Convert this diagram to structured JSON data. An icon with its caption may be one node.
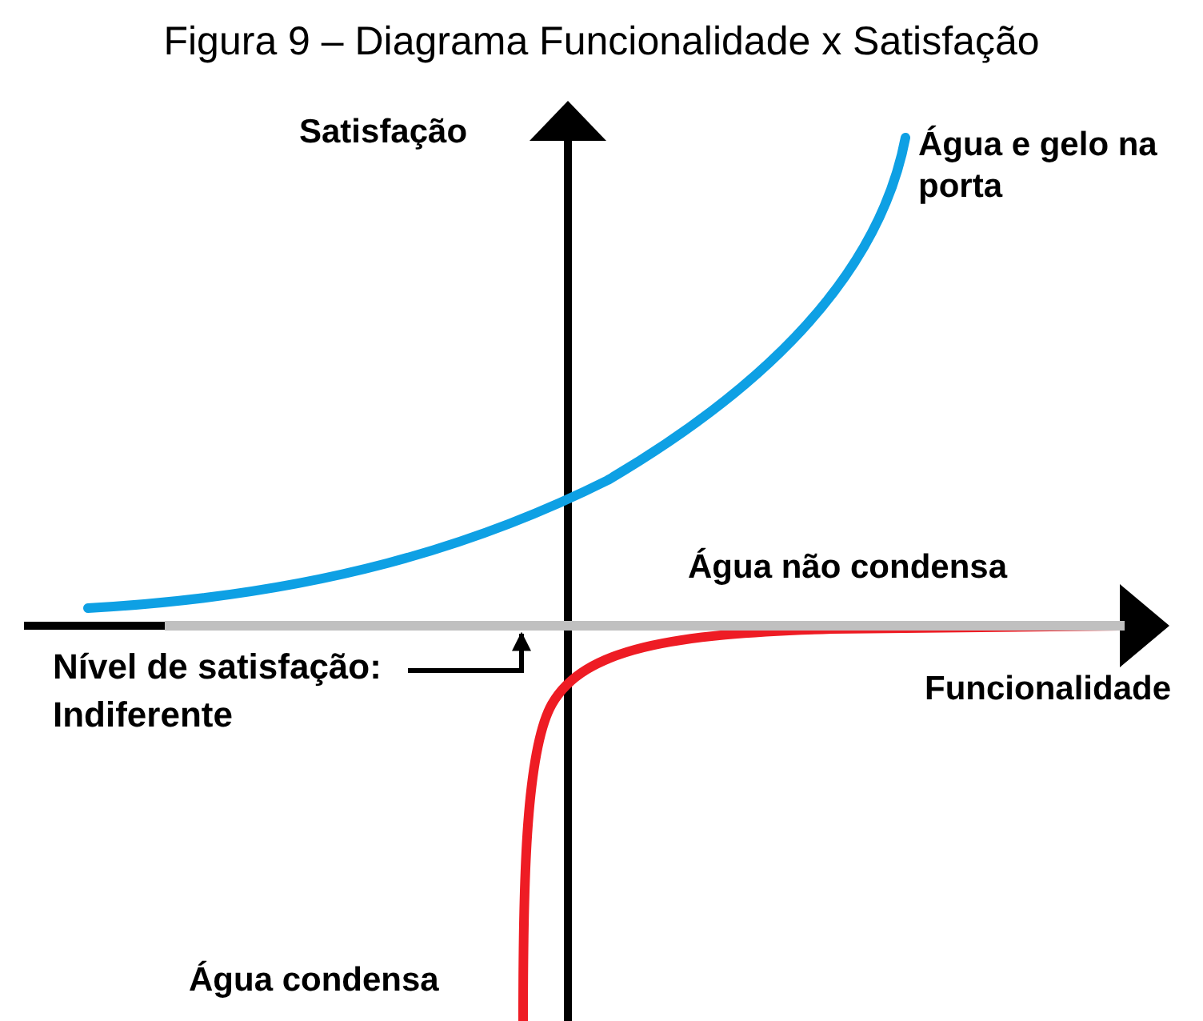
{
  "diagram": {
    "title": "Figura 9 – Diagrama Funcionalidade x Satisfação",
    "nodes": [
      {
        "text": [
          "Nível de satisfação: Indiferente"
        ]
      },
      {
        "text": [],
        "shape": "bar"
      }
    ],
    "edges": [
      {
        "from": 0,
        "to": 1,
        "arrow": "to"
      }
    ],
    "labels": [
      "Satisfação",
      "Água e gelo na porta",
      "Água não condensa",
      "Funcionalidade",
      "Água condensa"
    ]
  }
}
